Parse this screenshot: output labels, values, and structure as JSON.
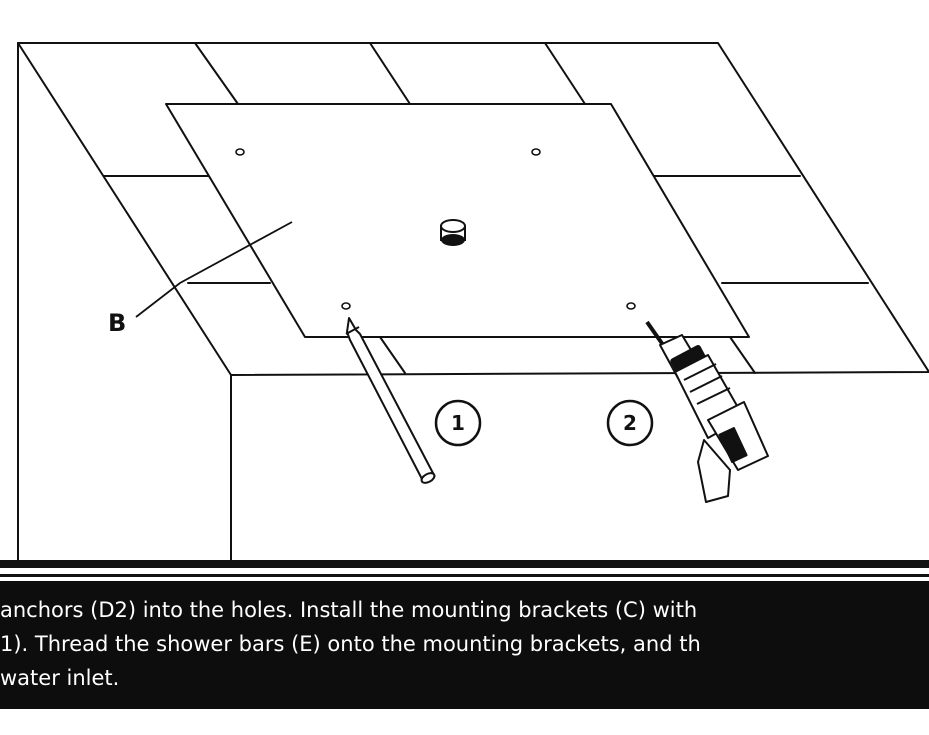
{
  "diagram": {
    "part_label": "B",
    "steps": [
      "1",
      "2"
    ]
  },
  "caption": {
    "lines": [
      "anchors (D2) into the holes. Install the mounting brackets (C) with",
      "1). Thread the shower bars (E) onto the mounting brackets,  and th",
      "water inlet."
    ]
  },
  "colors": {
    "line": "#111111",
    "caption_background": "#0d0d0d",
    "caption_text": "#ffffff"
  }
}
